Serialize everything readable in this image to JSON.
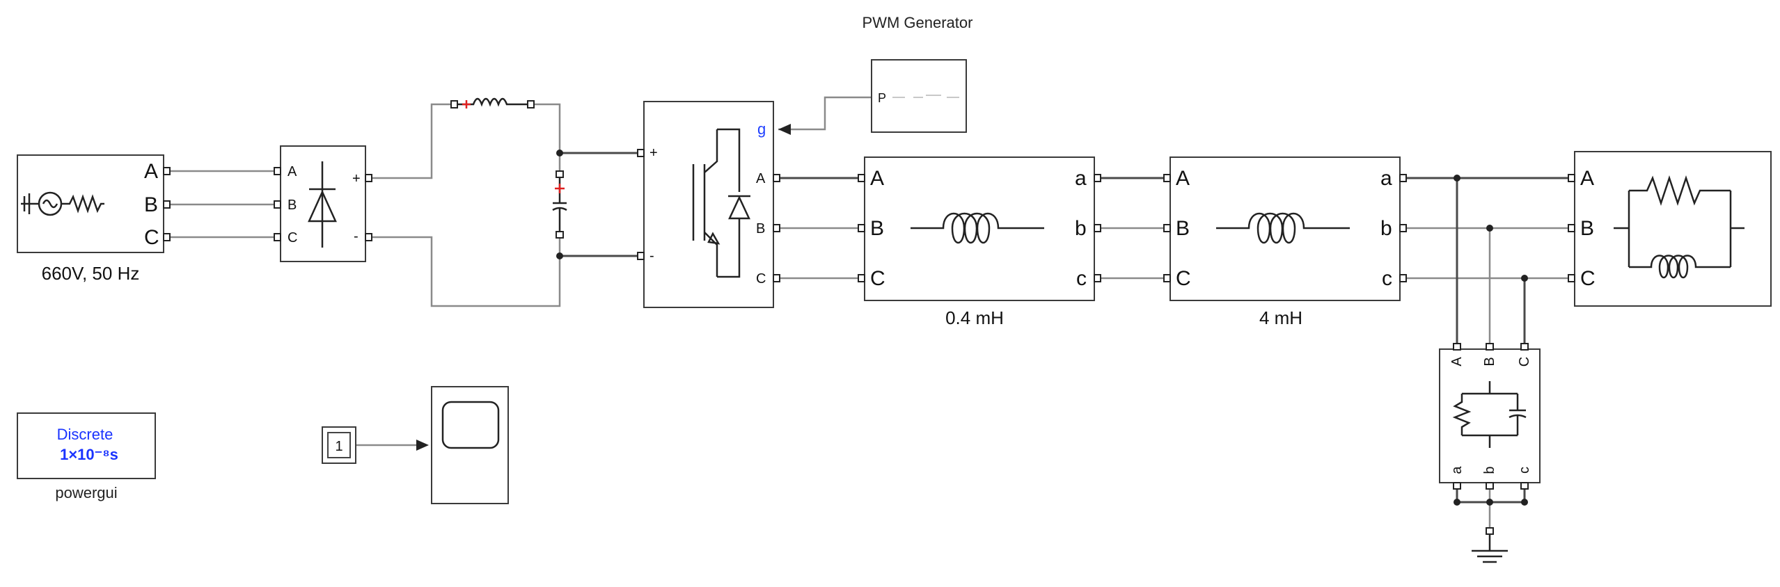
{
  "labels": {
    "pwm_title": "PWM Generator",
    "source_caption": "660V, 50 Hz",
    "filter1_caption": "0.4 mH",
    "filter2_caption": "4 mH",
    "powergui_caption": "powergui",
    "powergui_mode": "Discrete",
    "powergui_step": "1×10⁻⁸s",
    "constant_value": "1",
    "pwm_port": "P"
  },
  "source_ports": [
    "A",
    "B",
    "C"
  ],
  "rectifier": {
    "in_ports": [
      "A",
      "B",
      "C"
    ],
    "out_ports": [
      "+",
      "-"
    ]
  },
  "inverter": {
    "in_ports": [
      "+",
      "-"
    ],
    "gate_port": "g",
    "out_ports": [
      "A",
      "B",
      "C"
    ]
  },
  "filter1": {
    "in_ports": [
      "A",
      "B",
      "C"
    ],
    "out_ports": [
      "a",
      "b",
      "c"
    ]
  },
  "filter2": {
    "in_ports": [
      "A",
      "B",
      "C"
    ],
    "out_ports": [
      "a",
      "b",
      "c"
    ]
  },
  "load_ports": [
    "A",
    "B",
    "C"
  ],
  "rc_load": {
    "top_ports": [
      "A",
      "B",
      "C"
    ],
    "bottom_ports": [
      "a",
      "b",
      "c"
    ]
  },
  "colors": {
    "powergui_text": "#1a33ff",
    "gate_label": "#2040ff",
    "marker": "#e02020"
  }
}
